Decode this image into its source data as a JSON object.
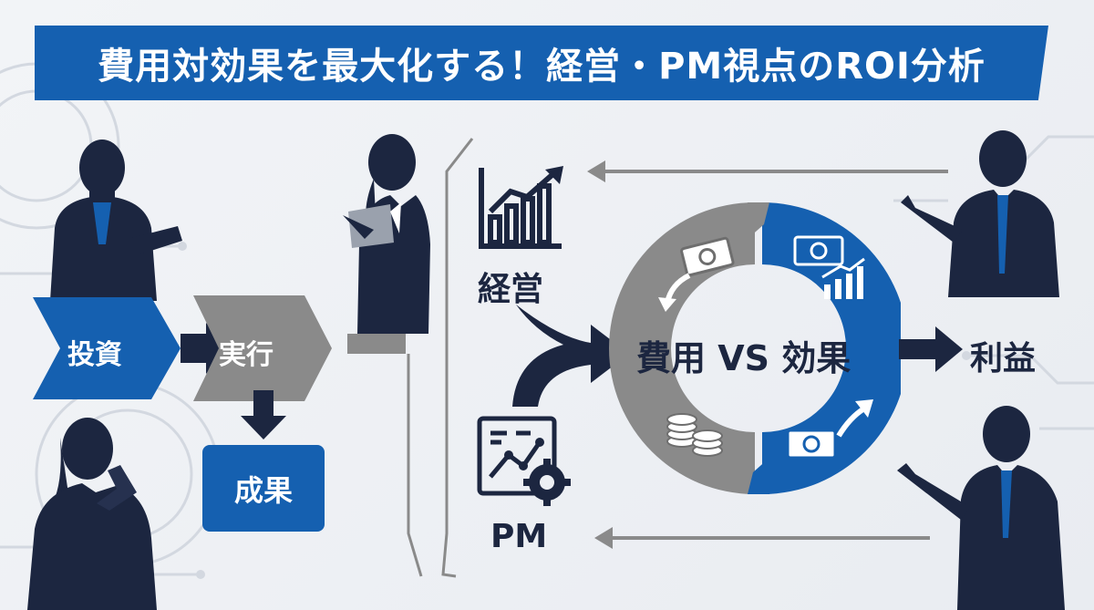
{
  "title": "費用対効果を最大化する！経営・PM視点のROI分析",
  "flow": {
    "invest": "投資",
    "execute": "実行",
    "result": "成果"
  },
  "roles": {
    "management": "経営",
    "pm": "PM"
  },
  "cycle": {
    "center": "費用 VS 効果",
    "output": "利益"
  },
  "colors": {
    "brand_blue": "#1560b0",
    "navy": "#1c2640",
    "gray": "#8a8a8a"
  },
  "icons": [
    "bar-chart-up-icon",
    "pm-chart-gear-icon",
    "banknote-icon",
    "coins-icon",
    "growth-chart-icon"
  ]
}
